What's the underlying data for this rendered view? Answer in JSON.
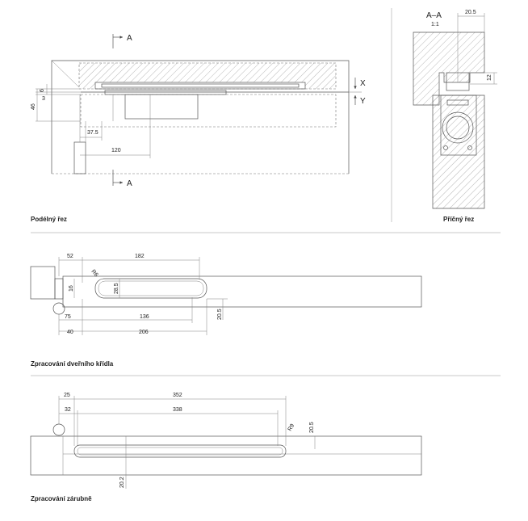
{
  "titles": {
    "longitudinal": "Podélný řez",
    "cross": "Příčný řez",
    "door_leaf": "Zpracování dveřního křídla",
    "frame": "Zpracování zárubně"
  },
  "section_marks": {
    "a_top": "A",
    "a_bottom": "A",
    "x": "X",
    "y": "Y",
    "section_label": "A–A",
    "scale": "1:1"
  },
  "dims_longitudinal": {
    "d6": "6",
    "d3": "3",
    "d46": "46",
    "d37_5": "37.5",
    "d120": "120"
  },
  "dims_cross": {
    "d20_5": "20.5",
    "d12": "12"
  },
  "dims_leaf": {
    "d52": "52",
    "d182": "182",
    "r6": "R6",
    "d16": "16",
    "d28_5": "28.5",
    "d75": "75",
    "d136": "136",
    "d20_5": "20.5",
    "d40": "40",
    "d206": "206"
  },
  "dims_frame": {
    "d25": "25",
    "d352": "352",
    "d32": "32",
    "d338": "338",
    "r9": "R9",
    "d20_5": "20.5",
    "d20_2": "20.2"
  }
}
